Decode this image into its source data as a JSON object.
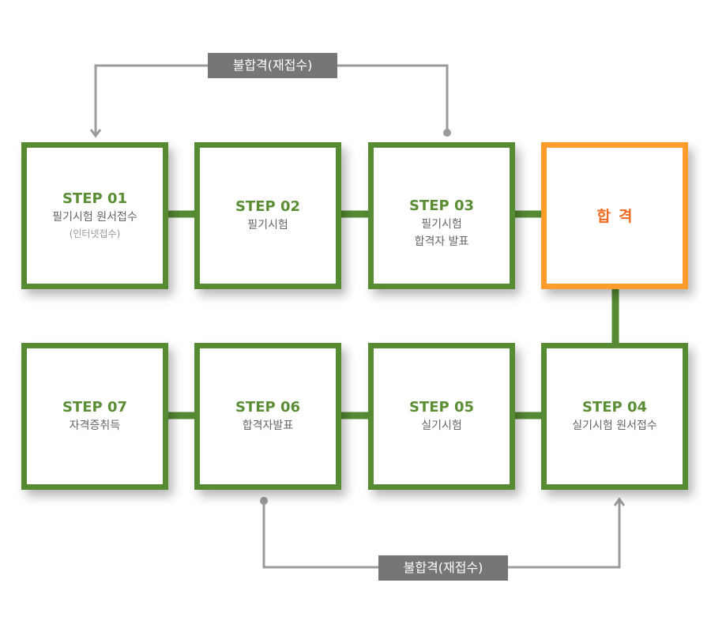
{
  "colors": {
    "step_border": "#568b34",
    "pass_border": "#fd9c2b",
    "pass_text": "#f26a21",
    "connector": "#9b9b9b",
    "tag_bg": "#767676"
  },
  "top_loop": {
    "label": "불합격(재접수)"
  },
  "bottom_loop": {
    "label": "불합격(재접수)"
  },
  "steps": [
    {
      "step": "STEP 01",
      "desc": "필기시험 원서접수",
      "sub": "(인터넷접수)"
    },
    {
      "step": "STEP 02",
      "desc": "필기시험"
    },
    {
      "step": "STEP 03",
      "desc": "필기시험",
      "desc2": "합격자 발표"
    },
    {
      "step": "STEP 04",
      "desc": "실기시험 원서접수"
    },
    {
      "step": "STEP 05",
      "desc": "실기시험"
    },
    {
      "step": "STEP 06",
      "desc": "합격자발표"
    },
    {
      "step": "STEP 07",
      "desc": "자격증취득"
    }
  ],
  "pass": {
    "label": "합격"
  }
}
